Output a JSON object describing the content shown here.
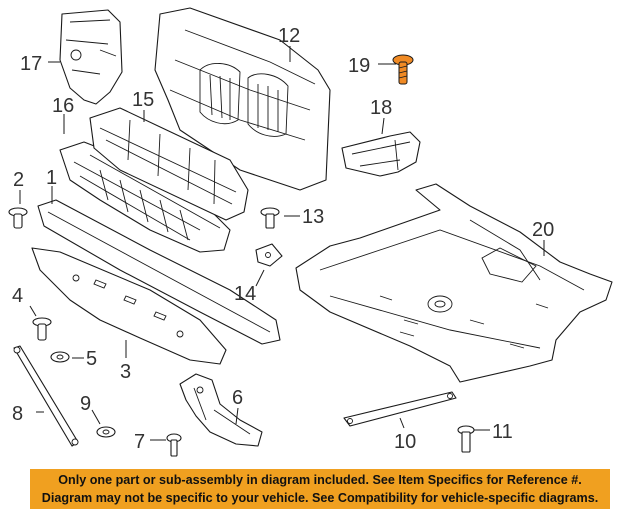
{
  "callouts": {
    "c1": "1",
    "c2": "2",
    "c3": "3",
    "c4": "4",
    "c5": "5",
    "c6": "6",
    "c7": "7",
    "c8": "8",
    "c9": "9",
    "c10": "10",
    "c11": "11",
    "c12": "12",
    "c13": "13",
    "c14": "14",
    "c15": "15",
    "c16": "16",
    "c17": "17",
    "c18": "18",
    "c19": "19",
    "c20": "20"
  },
  "disclaimer": {
    "line1": "Only one part or sub-assembly in diagram included. See Item Specifics for Reference #.",
    "line2": "Diagram may not be specific to your vehicle. See Compatibility for vehicle-specific diagrams.",
    "background": "#f0a020"
  },
  "colors": {
    "highlighted_part": "#f08a24",
    "line": "#1a1a1a"
  }
}
